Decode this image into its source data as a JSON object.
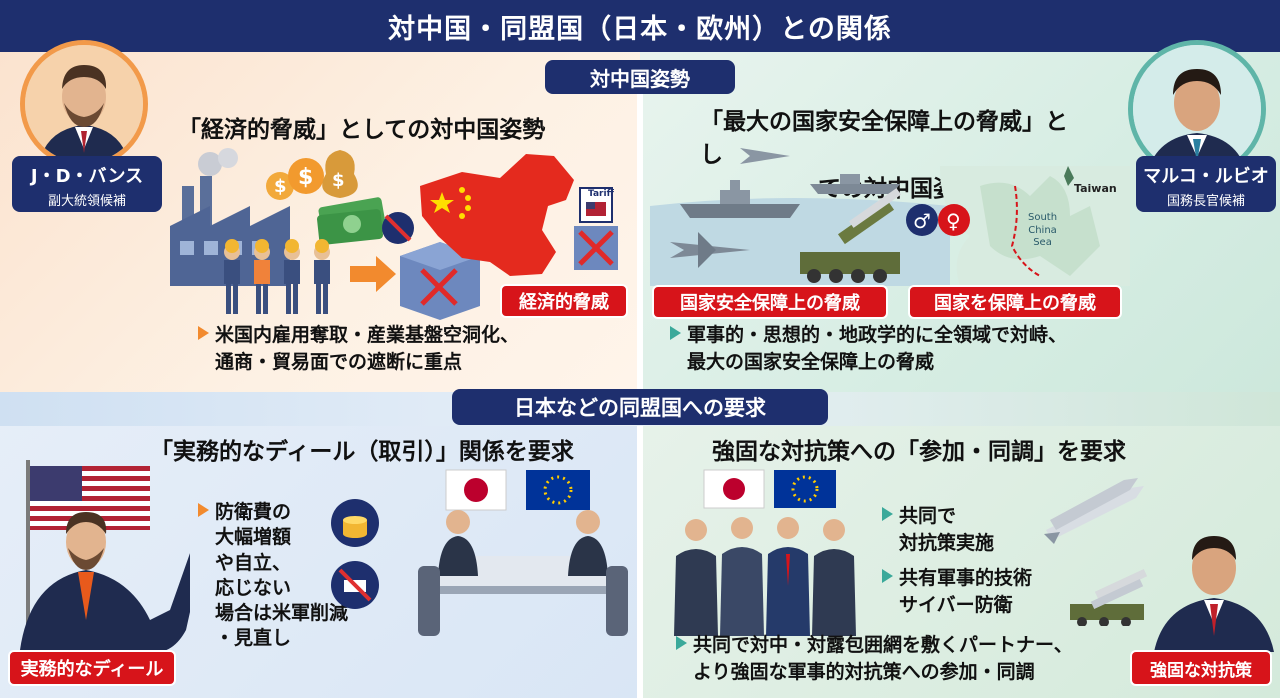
{
  "title": "対中国・同盟国（日本・欧州）との関係",
  "section_china": "対中国姿勢",
  "section_allies": "日本などの同盟国への要求",
  "vance": {
    "name": "J・D・バンス",
    "role": "副大統領候補",
    "china_heading": "「経済的脅威」としての対中国姿勢",
    "china_tag": "経済的脅威",
    "china_bullet_1": "米国内雇用奪取・産業基盤空洞化、",
    "china_bullet_2": "通商・貿易面での遮断に重点",
    "allies_heading": "「実務的なディール（取引）」関係を要求",
    "allies_bullet": [
      "防衛費の",
      "大幅増額",
      "や自立、",
      "応じない",
      "場合は米軍削減",
      "・見直し"
    ],
    "allies_tag": "実務的なディール"
  },
  "rubio": {
    "name": "マルコ・ルビオ",
    "role": "国務長官候補",
    "china_heading_1": "「最大の国家安全保障上の脅威」とし",
    "china_heading_2": "ての対中国姿勢",
    "china_tag_1": "国家安全保障上の脅威",
    "china_tag_2": "国家を保障上の脅威",
    "china_bullet_1": "軍事的・思想的・地政学的に全領域で対峙、",
    "china_bullet_2": "最大の国家安全保障上の脅威",
    "allies_heading": "強固な対抗策への「参加・同調」を要求",
    "allies_bullet_1a": "共同で",
    "allies_bullet_1b": "対抗策実施",
    "allies_bullet_2a": "共有軍事的技術",
    "allies_bullet_2b": "サイバー防衛",
    "allies_bullet_3a": "共同で対中・対露包囲網を敷くパートナー、",
    "allies_bullet_3b": "より強固な軍事的対抗策への参加・同調",
    "allies_tag": "強固な対抗策"
  },
  "map_labels": {
    "taiwan": "Taiwan",
    "sea_1": "South",
    "sea_2": "China",
    "sea_3": "Sea"
  },
  "tariff_label": "Tariff",
  "colors": {
    "navy": "#1e2f6e",
    "red": "#d7141a",
    "orange": "#f28a2e",
    "teal": "#3aa99a"
  }
}
